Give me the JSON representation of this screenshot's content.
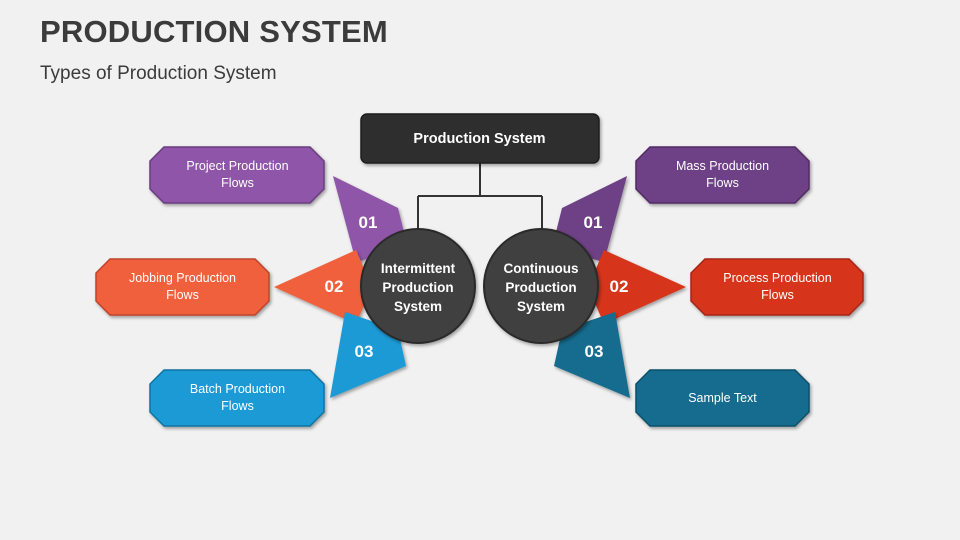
{
  "header": {
    "title": "PRODUCTION SYSTEM",
    "subtitle": "Types of Production System"
  },
  "diagram": {
    "root": "Production System",
    "left": {
      "center": "Intermittent Production System",
      "items": [
        {
          "num": "01",
          "label": "Project Production Flows",
          "color": "#8e55a8"
        },
        {
          "num": "02",
          "label": "Jobbing Production Flows",
          "color": "#f0603e"
        },
        {
          "num": "03",
          "label": "Batch Production Flows",
          "color": "#1a9ad6"
        }
      ]
    },
    "right": {
      "center": "Continuous Production System",
      "items": [
        {
          "num": "01",
          "label": "Mass Production Flows",
          "color": "#6e3f85"
        },
        {
          "num": "02",
          "label": "Process Production Flows",
          "color": "#d6361a"
        },
        {
          "num": "03",
          "label": "Sample Text",
          "color": "#136c8e"
        }
      ]
    }
  },
  "colors": {
    "dark_box": "#2e2e2e",
    "circle": "#3f3f3f",
    "connector": "#333333"
  }
}
